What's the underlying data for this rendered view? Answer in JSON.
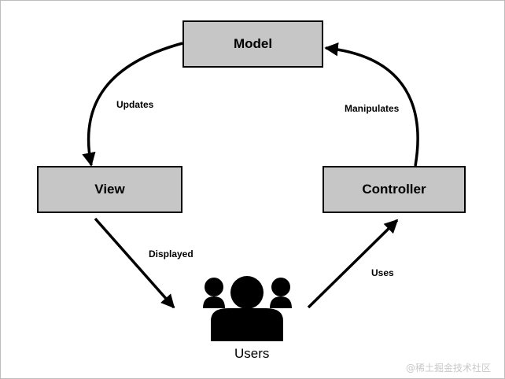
{
  "nodes": {
    "model": "Model",
    "view": "View",
    "controller": "Controller",
    "users": "Users"
  },
  "edges": {
    "updates": "Updates",
    "manipulates": "Manipulates",
    "displayed": "Displayed",
    "uses": "Uses"
  },
  "watermark": "@稀土掘金技术社区",
  "colors": {
    "node_fill": "#c6c6c6",
    "stroke": "#000000",
    "background": "#ffffff"
  }
}
